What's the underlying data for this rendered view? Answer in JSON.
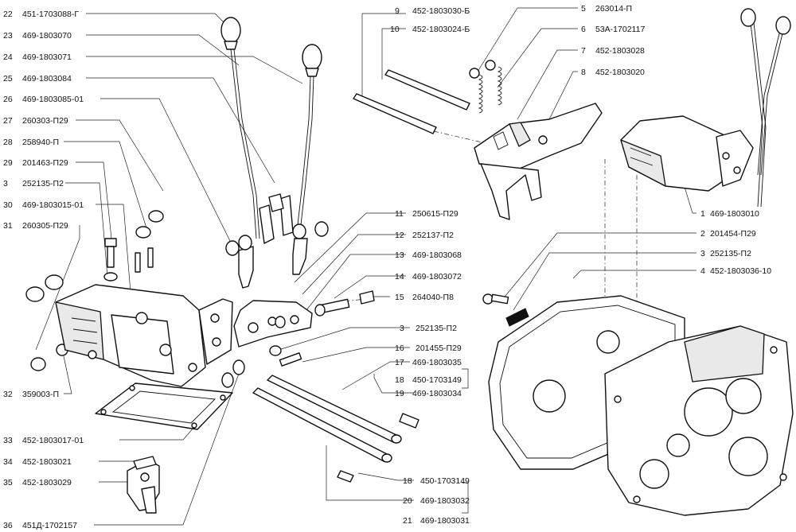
{
  "callouts": [
    {
      "num": "22",
      "code": "451-1703088-Г"
    },
    {
      "num": "23",
      "code": "469-1803070"
    },
    {
      "num": "24",
      "code": "469-1803071"
    },
    {
      "num": "25",
      "code": "469-1803084"
    },
    {
      "num": "26",
      "code": "469-1803085-01"
    },
    {
      "num": "27",
      "code": "260303-П29"
    },
    {
      "num": "28",
      "code": "258940-П"
    },
    {
      "num": "29",
      "code": "201463-П29"
    },
    {
      "num": "3",
      "code": "252135-П2"
    },
    {
      "num": "30",
      "code": "469-1803015-01"
    },
    {
      "num": "31",
      "code": "260305-П29"
    },
    {
      "num": "32",
      "code": "359003-П"
    },
    {
      "num": "33",
      "code": "452-1803017-01"
    },
    {
      "num": "34",
      "code": "452-1803021"
    },
    {
      "num": "35",
      "code": "452-1803029"
    },
    {
      "num": "36",
      "code": "451Д-1702157"
    },
    {
      "num": "9",
      "code": "452-1803030-Б"
    },
    {
      "num": "10",
      "code": "452-1803024-Б"
    },
    {
      "num": "5",
      "code": "263014-П"
    },
    {
      "num": "6",
      "code": "53А-1702117"
    },
    {
      "num": "7",
      "code": "452-1803028"
    },
    {
      "num": "8",
      "code": "452-1803020"
    },
    {
      "num": "11",
      "code": "250615-П29"
    },
    {
      "num": "12",
      "code": "252137-П2"
    },
    {
      "num": "13",
      "code": "469-1803068"
    },
    {
      "num": "14",
      "code": "469-1803072"
    },
    {
      "num": "15",
      "code": "264040-П8"
    },
    {
      "num": "3",
      "code": "252135-П2"
    },
    {
      "num": "16",
      "code": "201455-П29"
    },
    {
      "num": "17",
      "code": "469-1803035"
    },
    {
      "num": "18",
      "code": "450-1703149"
    },
    {
      "num": "19",
      "code": "469-1803034"
    },
    {
      "num": "18",
      "code": "450-1703149"
    },
    {
      "num": "20",
      "code": "469-1803032"
    },
    {
      "num": "21",
      "code": "469-1803031"
    },
    {
      "num": "1",
      "code": "469-1803010"
    },
    {
      "num": "2",
      "code": "201454-П29"
    },
    {
      "num": "3",
      "code": "252135-П2"
    },
    {
      "num": "4",
      "code": "452-1803036-10"
    }
  ]
}
